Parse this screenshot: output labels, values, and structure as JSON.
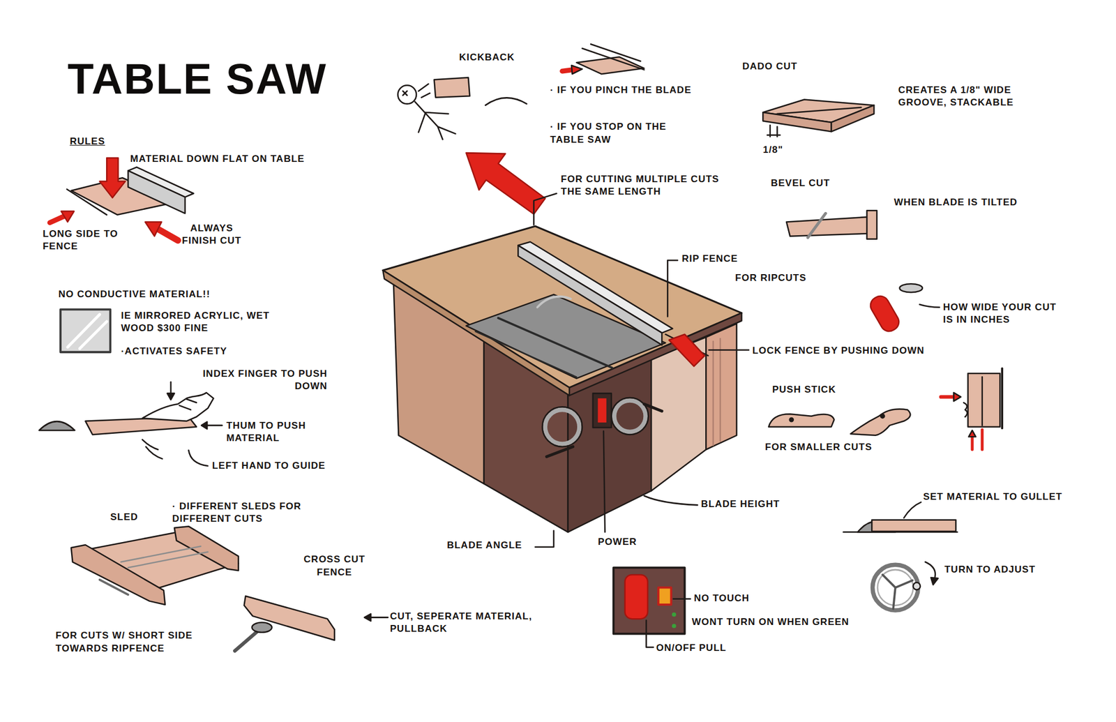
{
  "diagram": {
    "title": "TABLE SAW",
    "labels": [
      "RULES",
      "MATERIAL DOWN FLAT ON TABLE",
      "LONG SIDE TO FENCE",
      "ALWAYS FINISH CUT",
      "NO CONDUCTIVE MATERIAL!!",
      "IE MIRRORED ACRYLIC, WET WOOD $300 FINE",
      "·ACTIVATES SAFETY",
      "INDEX FINGER TO PUSH DOWN",
      "THUM TO PUSH MATERIAL",
      "LEFT HAND TO GUIDE",
      "SLED",
      "· DIFFERENT SLEDS FOR DIFFERENT CUTS",
      "FOR CUTS W/ SHORT SIDE TOWARDS RIPFENCE",
      "CROSS CUT FENCE",
      "CUT, SEPERATE MATERIAL, PULLBACK",
      "KICKBACK",
      "· IF YOU PINCH THE BLADE",
      "· IF YOU STOP ON THE TABLE SAW",
      "FOR CUTTING MULTIPLE CUTS THE SAME LENGTH",
      "RIP FENCE",
      "FOR RIPCUTS",
      "LOCK FENCE BY PUSHING DOWN",
      "BLADE HEIGHT",
      "BLADE ANGLE",
      "POWER",
      "NO TOUCH",
      "WONT TURN ON WHEN GREEN",
      "ON/OFF PULL",
      "DADO CUT",
      "CREATES A 1/8\" WIDE GROOVE, STACKABLE",
      "1/8\"",
      "BEVEL CUT",
      "WHEN BLADE IS TILTED",
      "HOW WIDE YOUR CUT IS IN INCHES",
      "PUSH STICK",
      "FOR SMALLER CUTS",
      "SET MATERIAL TO GULLET",
      "TURN TO ADJUST"
    ]
  }
}
